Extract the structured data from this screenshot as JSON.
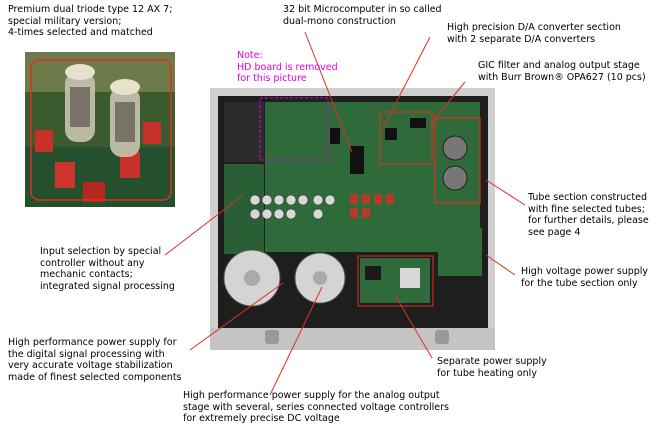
{
  "annotations": {
    "tube_photo": "Premium dual triode type 12 AX 7;\nspecial military version;\n4-times selected and matched",
    "microcomputer": "32 bit Microcomputer in so called\ndual-mono construction",
    "da_converter": "High precision D/A converter section\nwith 2 separate D/A converters",
    "gic_filter": "GIC filter and analog output stage\nwith Burr Brown® OPA627 (10 pcs)",
    "hd_note": "Note:\nHD board is removed\nfor this picture",
    "tube_section": "Tube section constructed\nwith fine selected tubes;\nfor further details, please\nsee page 4",
    "input_selection": "Input selection by special\ncontroller without any\nmechanic contacts;\nintegrated signal processing",
    "hv_supply": "High voltage power supply\nfor the tube section only",
    "digital_supply": "High performance power supply for\nthe digital signal processing with\nvery accurate voltage stabilization\nmade of finest selected components",
    "heating_supply": "Separate power supply\nfor tube heating only",
    "analog_supply": "High performance power supply for the analog output\nstage with several, series connected voltage controllers\nfor extremely precise DC voltage"
  },
  "colors": {
    "leader_line": "#e03020",
    "note_magenta": "#e000e0",
    "pcb_green": "#2f6a3a",
    "chassis_dark": "#1e1e1e"
  }
}
